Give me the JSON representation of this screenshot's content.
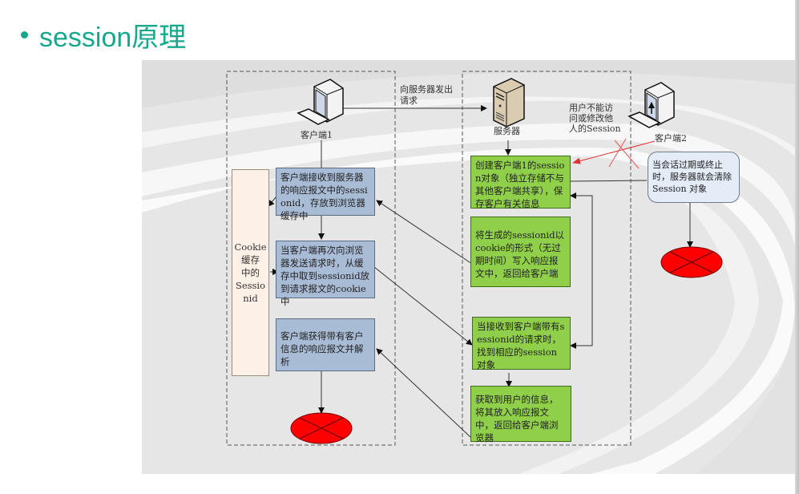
{
  "slide": {
    "title": "session原理",
    "accent_color": "#17a88c"
  },
  "diagram": {
    "clients": {
      "client1_label": "客户端1",
      "client2_label": "客户端2",
      "server_label": "服务器"
    },
    "labels": {
      "request_to_server": "向服务器发出\n请求",
      "no_access_note": "用户不能访\n问或修改他\n人的Session"
    },
    "client_boxes": [
      {
        "text": "客户端接收到服务器的响应报文中的sessionid，存放到浏览器缓存中"
      },
      {
        "text": "当客户端再次向浏览器发送请求时，从缓存中取到sessionid放到请求报文的cookie中"
      },
      {
        "text": "客户端获得带有客户信息的响应报文并解析"
      }
    ],
    "cookie_box": {
      "text": "Cookie\n缓存\n中的\nSessio\nnid"
    },
    "server_boxes": [
      {
        "text": "创建客户端1的session对象（独立存储不与其他客户端共享），保存客户有关信息"
      },
      {
        "text": "将生成的sessionid以cookie的形式（无过期时间）写入响应报文中，返回给客户端"
      },
      {
        "text": "当接收到客户端带有sessionid的请求时，找到相应的session对象"
      },
      {
        "text": "获取到用户的信息，将其放入响应报文中，返回给客户端浏览器"
      }
    ],
    "expire_note": {
      "text": "当会话过期或终止时，服务器就会清除Session 对象"
    },
    "colors": {
      "client_box": "#a9bcd6",
      "server_box": "#8fcf4a",
      "cookie_box": "#fdf0e6",
      "end_node": "#ff0000",
      "denied_arrow": "#e03030"
    }
  }
}
